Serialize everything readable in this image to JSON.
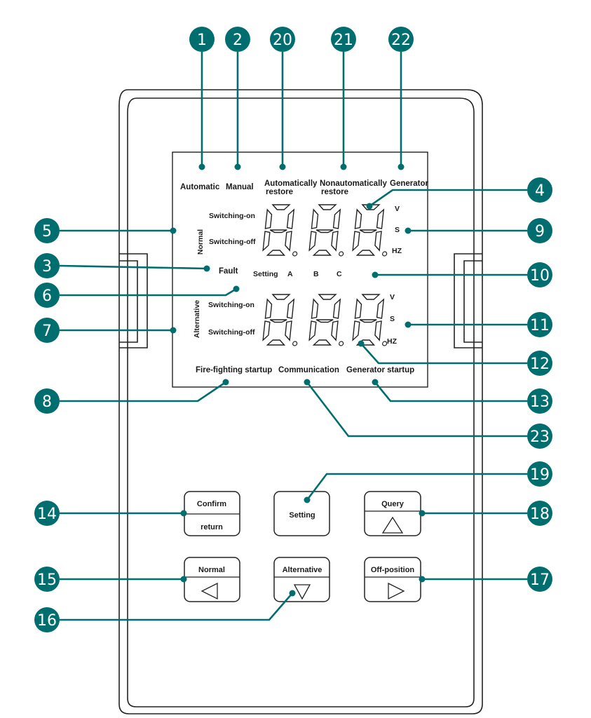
{
  "top_indicators": {
    "automatic": "Automatic",
    "manual": "Manual",
    "auto_restore_1": "Automatically",
    "auto_restore_2": "restore",
    "nonauto_restore_1": "Nonautomatically",
    "nonauto_restore_2": "restore",
    "generator": "Generator"
  },
  "normal_group": {
    "title": "Normal",
    "switching_on": "Switching-on",
    "switching_off": "Switching-off",
    "unit_v": "V",
    "unit_s": "S",
    "unit_hz": "HZ"
  },
  "middle_row": {
    "fault": "Fault",
    "setting": "Setting",
    "phase_a": "A",
    "phase_b": "B",
    "phase_c": "C"
  },
  "alternative_group": {
    "title": "Alternative",
    "switching_on": "Switching-on",
    "switching_off": "Switching-off",
    "unit_v": "V",
    "unit_s": "S",
    "unit_hz": "HZ"
  },
  "bottom_indicators": {
    "fire_fighting": "Fire-fighting startup",
    "communication": "Communication",
    "generator_startup": "Generator startup"
  },
  "buttons": {
    "confirm_top": "Confirm",
    "confirm_bottom": "return",
    "setting": "Setting",
    "query": "Query",
    "normal": "Normal",
    "alternative": "Alternative",
    "off_position": "Off-position"
  },
  "callouts": [
    "1",
    "2",
    "20",
    "21",
    "22",
    "4",
    "5",
    "9",
    "3",
    "10",
    "6",
    "7",
    "11",
    "12",
    "8",
    "13",
    "23",
    "19",
    "14",
    "18",
    "15",
    "17",
    "16"
  ],
  "colors": {
    "callout": "#006d6f",
    "outline": "#222222",
    "background": "#ffffff"
  }
}
